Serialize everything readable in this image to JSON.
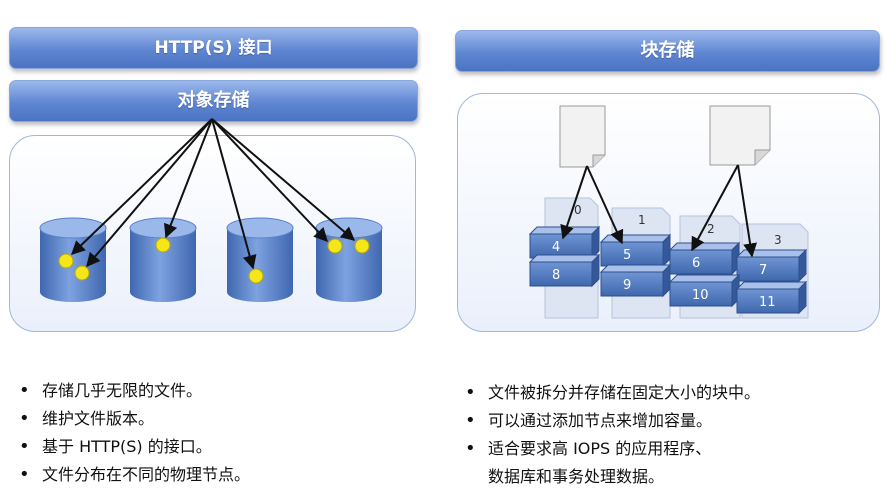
{
  "left": {
    "interface_label": "HTTP(S) 接口",
    "object_label": "对象存储",
    "bullets": [
      "存储几乎无限的文件。",
      "维护文件版本。",
      "基于 HTTP(S) 的接口。",
      "文件分布在不同的物理节点。"
    ]
  },
  "right": {
    "block_label": "块存储",
    "group_labels": [
      "0",
      "1",
      "2",
      "3"
    ],
    "blocks": [
      "4",
      "5",
      "6",
      "7",
      "8",
      "9",
      "10",
      "11"
    ],
    "bullets": [
      "文件被拆分并存储在固定大小的块中。",
      "可以通过添加节点来增加容量。",
      "适合要求高 IOPS 的应用程序、",
      "数据库和事务处理数据。"
    ]
  },
  "colors": {
    "bar_blue": "#5f86d2",
    "panel_border": "#9fb6df",
    "block_blue": "#4f78bb",
    "dot_yellow": "#f5e61a",
    "arrow": "#111111"
  }
}
